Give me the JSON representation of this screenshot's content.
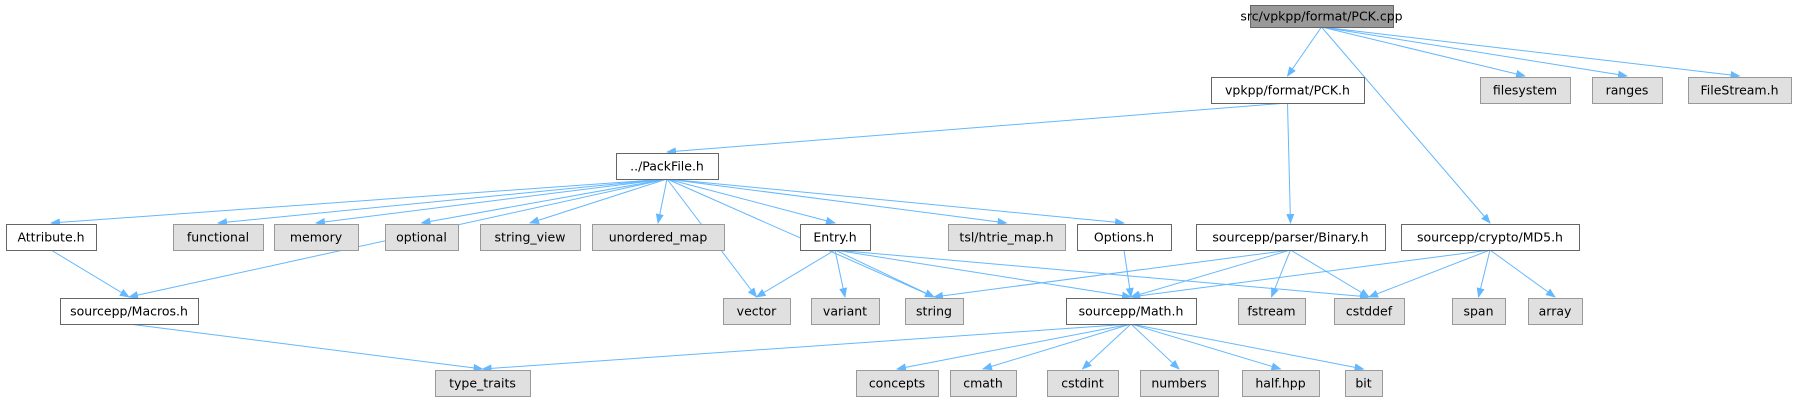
{
  "graph": {
    "nodes": [
      {
        "id": "root",
        "label": "src/vpkpp/format/PCK.cpp",
        "style": "root",
        "link": false
      },
      {
        "id": "pckh",
        "label": "vpkpp/format/PCK.h",
        "style": "file",
        "link": true
      },
      {
        "id": "filesystem",
        "label": "filesystem",
        "style": "system",
        "link": false
      },
      {
        "id": "ranges",
        "label": "ranges",
        "style": "system",
        "link": false
      },
      {
        "id": "filestream",
        "label": "FileStream.h",
        "style": "system",
        "link": false
      },
      {
        "id": "packfile",
        "label": "../PackFile.h",
        "style": "file",
        "link": true
      },
      {
        "id": "attribute",
        "label": "Attribute.h",
        "style": "file",
        "link": true
      },
      {
        "id": "functional",
        "label": "functional",
        "style": "system",
        "link": false
      },
      {
        "id": "memory",
        "label": "memory",
        "style": "system",
        "link": false
      },
      {
        "id": "optional",
        "label": "optional",
        "style": "system",
        "link": false
      },
      {
        "id": "string_view",
        "label": "string_view",
        "style": "system",
        "link": false
      },
      {
        "id": "unordered_map",
        "label": "unordered_map",
        "style": "system",
        "link": false
      },
      {
        "id": "entry",
        "label": "Entry.h",
        "style": "file",
        "link": true
      },
      {
        "id": "htrie",
        "label": "tsl/htrie_map.h",
        "style": "system",
        "link": false
      },
      {
        "id": "options",
        "label": "Options.h",
        "style": "file",
        "link": true
      },
      {
        "id": "binary",
        "label": "sourcepp/parser/Binary.h",
        "style": "file",
        "link": true
      },
      {
        "id": "md5",
        "label": "sourcepp/crypto/MD5.h",
        "style": "file",
        "link": true
      },
      {
        "id": "macros",
        "label": "sourcepp/Macros.h",
        "style": "file",
        "link": true
      },
      {
        "id": "vector",
        "label": "vector",
        "style": "system",
        "link": false
      },
      {
        "id": "variant",
        "label": "variant",
        "style": "system",
        "link": false
      },
      {
        "id": "string",
        "label": "string",
        "style": "system",
        "link": false
      },
      {
        "id": "math",
        "label": "sourcepp/Math.h",
        "style": "file",
        "link": true
      },
      {
        "id": "fstream",
        "label": "fstream",
        "style": "system",
        "link": false
      },
      {
        "id": "cstddef",
        "label": "cstddef",
        "style": "system",
        "link": false
      },
      {
        "id": "span",
        "label": "span",
        "style": "system",
        "link": false
      },
      {
        "id": "array",
        "label": "array",
        "style": "system",
        "link": false
      },
      {
        "id": "type_traits",
        "label": "type_traits",
        "style": "system",
        "link": false
      },
      {
        "id": "concepts",
        "label": "concepts",
        "style": "system",
        "link": false
      },
      {
        "id": "cmath",
        "label": "cmath",
        "style": "system",
        "link": false
      },
      {
        "id": "cstdint",
        "label": "cstdint",
        "style": "system",
        "link": false
      },
      {
        "id": "numbers",
        "label": "numbers",
        "style": "system",
        "link": false
      },
      {
        "id": "halfhpp",
        "label": "half.hpp",
        "style": "system",
        "link": false
      },
      {
        "id": "bit",
        "label": "bit",
        "style": "system",
        "link": false
      }
    ],
    "edges": [
      [
        "root",
        "pckh"
      ],
      [
        "root",
        "filesystem"
      ],
      [
        "root",
        "ranges"
      ],
      [
        "root",
        "filestream"
      ],
      [
        "root",
        "md5"
      ],
      [
        "pckh",
        "packfile"
      ],
      [
        "pckh",
        "binary"
      ],
      [
        "packfile",
        "attribute"
      ],
      [
        "packfile",
        "functional"
      ],
      [
        "packfile",
        "memory"
      ],
      [
        "packfile",
        "optional"
      ],
      [
        "packfile",
        "string_view"
      ],
      [
        "packfile",
        "unordered_map"
      ],
      [
        "packfile",
        "entry"
      ],
      [
        "packfile",
        "htrie"
      ],
      [
        "packfile",
        "options"
      ],
      [
        "packfile",
        "macros"
      ],
      [
        "packfile",
        "vector"
      ],
      [
        "packfile",
        "string"
      ],
      [
        "attribute",
        "macros"
      ],
      [
        "entry",
        "vector"
      ],
      [
        "entry",
        "variant"
      ],
      [
        "entry",
        "string"
      ],
      [
        "entry",
        "math"
      ],
      [
        "entry",
        "cstddef"
      ],
      [
        "options",
        "math"
      ],
      [
        "binary",
        "string"
      ],
      [
        "binary",
        "math"
      ],
      [
        "binary",
        "fstream"
      ],
      [
        "binary",
        "cstddef"
      ],
      [
        "md5",
        "math"
      ],
      [
        "md5",
        "cstddef"
      ],
      [
        "md5",
        "span"
      ],
      [
        "md5",
        "array"
      ],
      [
        "macros",
        "type_traits"
      ],
      [
        "math",
        "type_traits"
      ],
      [
        "math",
        "concepts"
      ],
      [
        "math",
        "cmath"
      ],
      [
        "math",
        "cstdint"
      ],
      [
        "math",
        "numbers"
      ],
      [
        "math",
        "halfhpp"
      ],
      [
        "math",
        "bit"
      ]
    ],
    "colors": {
      "edge": "#63b8ff",
      "root_fill": "#999999",
      "root_border": "#666666",
      "file_fill": "#ffffff",
      "file_border": "#666666",
      "system_fill": "#e0e0e0",
      "system_border": "#999999",
      "text": "#000000"
    }
  }
}
